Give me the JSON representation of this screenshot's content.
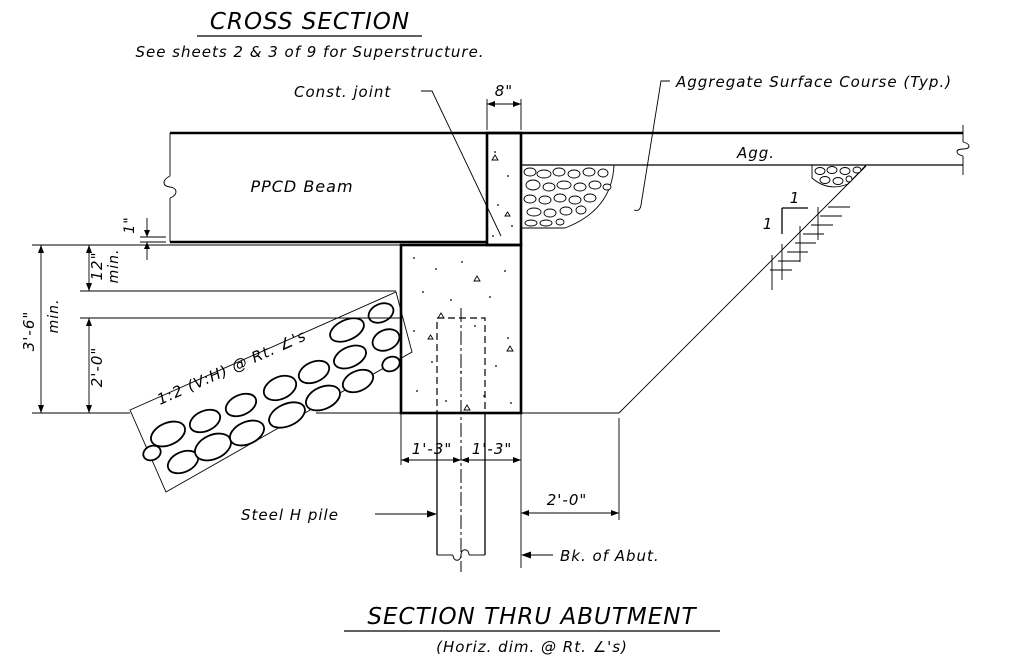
{
  "title": "CROSS SECTION",
  "subtitle": "See sheets 2 & 3 of 9 for Superstructure.",
  "labels": {
    "const_joint": "Const. joint",
    "dim_8in": "8\"",
    "aggregate_surface": "Aggregate Surface Course (Typ.)",
    "agg": "Agg.",
    "ppcd_beam": "PPCD Beam",
    "slope_1a": "1",
    "slope_1b": "1",
    "dim_1in": "1\"",
    "dim_12in": "12\"",
    "min_a": "min.",
    "dim_3ft6in": "3'-6\"",
    "min_b": "min.",
    "dim_2ft0in_left": "2'-0\"",
    "riprap_slope": "1:2 (V:H) @ Rt. ∠'s",
    "dim_1ft3in_left": "1'-3\"",
    "dim_1ft3in_right": "1'-3\"",
    "dim_2ft0in_right": "2'-0\"",
    "steel_h_pile": "Steel H pile",
    "bk_of_abut": "Bk. of Abut."
  },
  "footer_title": "SECTION THRU ABUTMENT",
  "footer_note": "(Horiz. dim. @ Rt. ∠'s)"
}
